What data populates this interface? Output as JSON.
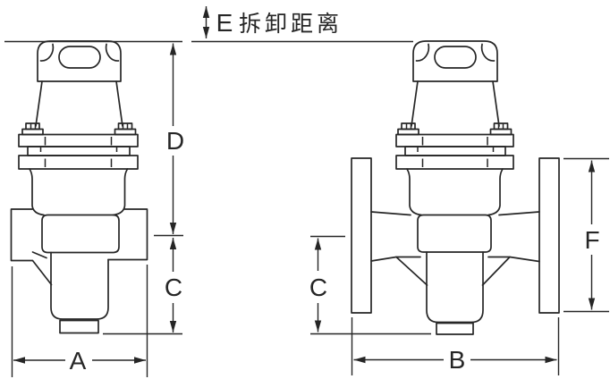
{
  "diagram": {
    "annotation": {
      "dim_letter": "E",
      "text": "拆卸距离"
    },
    "dimensions": {
      "A": "A",
      "B": "B",
      "C_left": "C",
      "C_right": "C",
      "D": "D",
      "F": "F"
    },
    "colors": {
      "line": "#262626",
      "background": "#ffffff"
    }
  }
}
